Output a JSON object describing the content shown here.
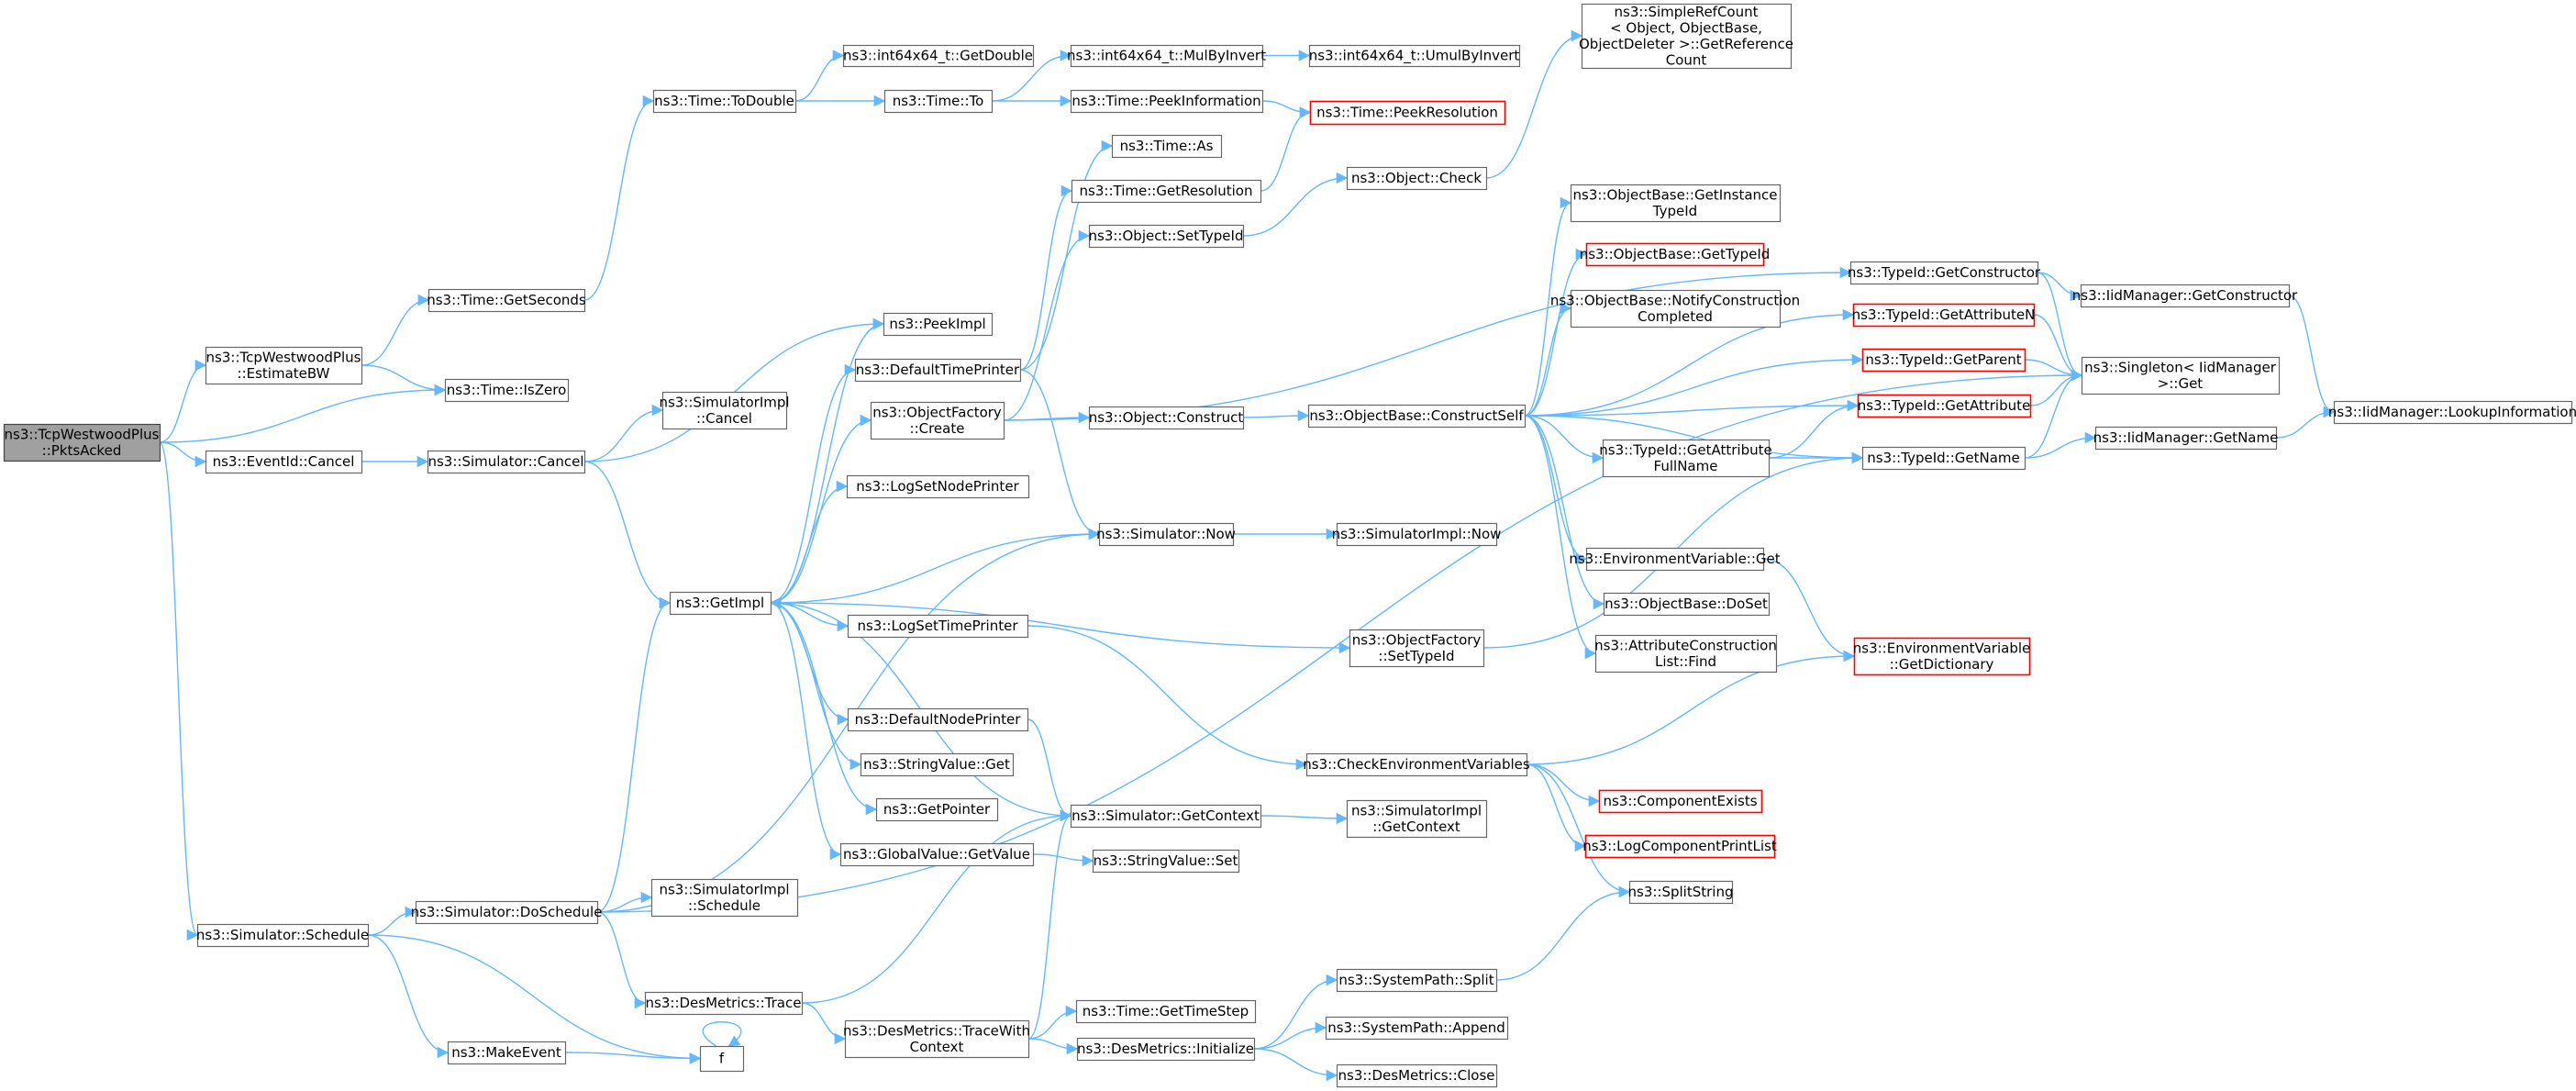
{
  "graph": {
    "title": "",
    "nodes": [
      {
        "id": "root",
        "lines": [
          "ns3::TcpWestwoodPlus",
          "::PktsAcked"
        ],
        "style": "root"
      },
      {
        "id": "estbw",
        "lines": [
          "ns3::TcpWestwoodPlus",
          "::EstimateBW"
        ]
      },
      {
        "id": "getsec",
        "lines": [
          "ns3::Time::GetSeconds"
        ]
      },
      {
        "id": "todouble",
        "lines": [
          "ns3::Time::ToDouble"
        ]
      },
      {
        "id": "i64getdouble",
        "lines": [
          "ns3::int64x64_t::GetDouble"
        ]
      },
      {
        "id": "timeto",
        "lines": [
          "ns3::Time::To"
        ]
      },
      {
        "id": "mulbyinvert",
        "lines": [
          "ns3::int64x64_t::MulByInvert"
        ]
      },
      {
        "id": "umulbyinvert",
        "lines": [
          "ns3::int64x64_t::UmulByInvert"
        ]
      },
      {
        "id": "peekinfo",
        "lines": [
          "ns3::Time::PeekInformation"
        ]
      },
      {
        "id": "peekres",
        "lines": [
          "ns3::Time::PeekResolution"
        ],
        "style": "red"
      },
      {
        "id": "simplerefcount",
        "lines": [
          "ns3::SimpleRefCount",
          "< Object, ObjectBase,",
          "ObjectDeleter >::GetReference",
          "Count"
        ]
      },
      {
        "id": "timeas",
        "lines": [
          "ns3::Time::As"
        ]
      },
      {
        "id": "getres",
        "lines": [
          "ns3::Time::GetResolution"
        ]
      },
      {
        "id": "objcheck",
        "lines": [
          "ns3::Object::Check"
        ]
      },
      {
        "id": "objsettypeid",
        "lines": [
          "ns3::Object::SetTypeId"
        ]
      },
      {
        "id": "iszero",
        "lines": [
          "ns3::Time::IsZero"
        ]
      },
      {
        "id": "peekimpl",
        "lines": [
          "ns3::PeekImpl"
        ]
      },
      {
        "id": "deftimeprinter",
        "lines": [
          "ns3::DefaultTimePrinter"
        ]
      },
      {
        "id": "objfactcreate",
        "lines": [
          "ns3::ObjectFactory",
          "::Create"
        ]
      },
      {
        "id": "objconstruct",
        "lines": [
          "ns3::Object::Construct"
        ]
      },
      {
        "id": "obconstructself",
        "lines": [
          "ns3::ObjectBase::ConstructSelf"
        ]
      },
      {
        "id": "obgetinst",
        "lines": [
          "ns3::ObjectBase::GetInstance",
          "TypeId"
        ]
      },
      {
        "id": "obgettypeid",
        "lines": [
          "ns3::ObjectBase::GetTypeId"
        ],
        "style": "red"
      },
      {
        "id": "obnotify",
        "lines": [
          "ns3::ObjectBase::NotifyConstruction",
          "Completed"
        ]
      },
      {
        "id": "tgetconstructor",
        "lines": [
          "ns3::TypeId::GetConstructor"
        ]
      },
      {
        "id": "tgetattrn",
        "lines": [
          "ns3::TypeId::GetAttributeN"
        ],
        "style": "red"
      },
      {
        "id": "tgetparent",
        "lines": [
          "ns3::TypeId::GetParent"
        ],
        "style": "red"
      },
      {
        "id": "tgetattr",
        "lines": [
          "ns3::TypeId::GetAttribute"
        ],
        "style": "red"
      },
      {
        "id": "tgetattrfull",
        "lines": [
          "ns3::TypeId::GetAttribute",
          "FullName"
        ]
      },
      {
        "id": "tgetname",
        "lines": [
          "ns3::TypeId::GetName"
        ]
      },
      {
        "id": "iidgetconstructor",
        "lines": [
          "ns3::IidManager::GetConstructor"
        ]
      },
      {
        "id": "singletonget",
        "lines": [
          "ns3::Singleton< IidManager",
          ">::Get"
        ]
      },
      {
        "id": "iidlookup",
        "lines": [
          "ns3::IidManager::LookupInformation"
        ]
      },
      {
        "id": "iidgetname",
        "lines": [
          "ns3::IidManager::GetName"
        ]
      },
      {
        "id": "eventcancel",
        "lines": [
          "ns3::EventId::Cancel"
        ]
      },
      {
        "id": "simcancel",
        "lines": [
          "ns3::Simulator::Cancel"
        ]
      },
      {
        "id": "simimplcancel",
        "lines": [
          "ns3::SimulatorImpl",
          "::Cancel"
        ]
      },
      {
        "id": "logsetnode",
        "lines": [
          "ns3::LogSetNodePrinter"
        ]
      },
      {
        "id": "simnow",
        "lines": [
          "ns3::Simulator::Now"
        ]
      },
      {
        "id": "simimplnow",
        "lines": [
          "ns3::SimulatorImpl::Now"
        ]
      },
      {
        "id": "envget",
        "lines": [
          "ns3::EnvironmentVariable::Get"
        ]
      },
      {
        "id": "obdoset",
        "lines": [
          "ns3::ObjectBase::DoSet"
        ]
      },
      {
        "id": "attrfind",
        "lines": [
          "ns3::AttributeConstruction",
          "List::Find"
        ]
      },
      {
        "id": "envgetdict",
        "lines": [
          "ns3::EnvironmentVariable",
          "::GetDictionary"
        ],
        "style": "red"
      },
      {
        "id": "getimpl",
        "lines": [
          "ns3::GetImpl"
        ]
      },
      {
        "id": "logsettime",
        "lines": [
          "ns3::LogSetTimePrinter"
        ]
      },
      {
        "id": "objfactsettypeid",
        "lines": [
          "ns3::ObjectFactory",
          "::SetTypeId"
        ]
      },
      {
        "id": "defnodeprinter",
        "lines": [
          "ns3::DefaultNodePrinter"
        ]
      },
      {
        "id": "checkenv",
        "lines": [
          "ns3::CheckEnvironmentVariables"
        ]
      },
      {
        "id": "strvalget",
        "lines": [
          "ns3::StringValue::Get"
        ]
      },
      {
        "id": "getpointer",
        "lines": [
          "ns3::GetPointer"
        ]
      },
      {
        "id": "compexists",
        "lines": [
          "ns3::ComponentExists"
        ],
        "style": "red"
      },
      {
        "id": "simgetcontext",
        "lines": [
          "ns3::Simulator::GetContext"
        ]
      },
      {
        "id": "simimplgetcontext",
        "lines": [
          "ns3::SimulatorImpl",
          "::GetContext"
        ]
      },
      {
        "id": "logcomplist",
        "lines": [
          "ns3::LogComponentPrintList"
        ],
        "style": "red"
      },
      {
        "id": "globalgetvalue",
        "lines": [
          "ns3::GlobalValue::GetValue"
        ]
      },
      {
        "id": "strvalset",
        "lines": [
          "ns3::StringValue::Set"
        ]
      },
      {
        "id": "splitstring",
        "lines": [
          "ns3::SplitString"
        ]
      },
      {
        "id": "simschedule",
        "lines": [
          "ns3::Simulator::Schedule"
        ]
      },
      {
        "id": "simdoschedule",
        "lines": [
          "ns3::Simulator::DoSchedule"
        ]
      },
      {
        "id": "simimplschedule",
        "lines": [
          "ns3::SimulatorImpl",
          "::Schedule"
        ]
      },
      {
        "id": "syspathsplit",
        "lines": [
          "ns3::SystemPath::Split"
        ]
      },
      {
        "id": "desmetrace",
        "lines": [
          "ns3::DesMetrics::Trace"
        ]
      },
      {
        "id": "timesgetstep",
        "lines": [
          "ns3::Time::GetTimeStep"
        ]
      },
      {
        "id": "desmetracewith",
        "lines": [
          "ns3::DesMetrics::TraceWith",
          "Context"
        ]
      },
      {
        "id": "syspathappend",
        "lines": [
          "ns3::SystemPath::Append"
        ]
      },
      {
        "id": "desmeinit",
        "lines": [
          "ns3::DesMetrics::Initialize"
        ]
      },
      {
        "id": "desmeclose",
        "lines": [
          "ns3::DesMetrics::Close"
        ]
      },
      {
        "id": "makeevent",
        "lines": [
          "ns3::MakeEvent"
        ]
      },
      {
        "id": "f",
        "lines": [
          "f"
        ]
      }
    ],
    "edges": [
      [
        "root",
        "estbw"
      ],
      [
        "root",
        "iszero"
      ],
      [
        "root",
        "eventcancel"
      ],
      [
        "root",
        "simschedule"
      ],
      [
        "estbw",
        "getsec"
      ],
      [
        "estbw",
        "iszero"
      ],
      [
        "getsec",
        "todouble"
      ],
      [
        "todouble",
        "i64getdouble"
      ],
      [
        "todouble",
        "timeto"
      ],
      [
        "timeto",
        "mulbyinvert"
      ],
      [
        "timeto",
        "peekinfo"
      ],
      [
        "mulbyinvert",
        "umulbyinvert"
      ],
      [
        "peekinfo",
        "peekres"
      ],
      [
        "getres",
        "peekres"
      ],
      [
        "objcheck",
        "simplerefcount"
      ],
      [
        "objsettypeid",
        "objcheck"
      ],
      [
        "eventcancel",
        "simcancel"
      ],
      [
        "simcancel",
        "simimplcancel"
      ],
      [
        "simcancel",
        "peekimpl"
      ],
      [
        "simcancel",
        "getimpl"
      ],
      [
        "getimpl",
        "peekimpl"
      ],
      [
        "getimpl",
        "deftimeprinter"
      ],
      [
        "getimpl",
        "objfactcreate"
      ],
      [
        "getimpl",
        "logsetnode"
      ],
      [
        "getimpl",
        "logsettime"
      ],
      [
        "getimpl",
        "defnodeprinter"
      ],
      [
        "getimpl",
        "strvalget"
      ],
      [
        "getimpl",
        "getpointer"
      ],
      [
        "getimpl",
        "globalgetvalue"
      ],
      [
        "getimpl",
        "objfactsettypeid"
      ],
      [
        "deftimeprinter",
        "timeas"
      ],
      [
        "deftimeprinter",
        "getres"
      ],
      [
        "deftimeprinter",
        "simnow"
      ],
      [
        "objfactcreate",
        "objsettypeid"
      ],
      [
        "objfactcreate",
        "objconstruct"
      ],
      [
        "objfactcreate",
        "tgetconstructor"
      ],
      [
        "objconstruct",
        "obconstructself"
      ],
      [
        "obconstructself",
        "obgetinst"
      ],
      [
        "obconstructself",
        "obgettypeid"
      ],
      [
        "obconstructself",
        "obnotify"
      ],
      [
        "obconstructself",
        "tgetattrn"
      ],
      [
        "obconstructself",
        "tgetparent"
      ],
      [
        "obconstructself",
        "tgetattr"
      ],
      [
        "obconstructself",
        "tgetattrfull"
      ],
      [
        "obconstructself",
        "tgetname"
      ],
      [
        "obconstructself",
        "envget"
      ],
      [
        "obconstructself",
        "obdoset"
      ],
      [
        "obconstructself",
        "attrfind"
      ],
      [
        "tgetconstructor",
        "iidgetconstructor"
      ],
      [
        "tgetconstructor",
        "singletonget"
      ],
      [
        "iidgetconstructor",
        "iidlookup"
      ],
      [
        "tgetattrn",
        "singletonget"
      ],
      [
        "tgetparent",
        "singletonget"
      ],
      [
        "tgetattr",
        "singletonget"
      ],
      [
        "tgetattrfull",
        "tgetattr"
      ],
      [
        "tgetattrfull",
        "tgetname"
      ],
      [
        "tgetname",
        "singletonget"
      ],
      [
        "tgetname",
        "iidgetname"
      ],
      [
        "iidgetname",
        "iidlookup"
      ],
      [
        "simnow",
        "simimplnow"
      ],
      [
        "simnow",
        "getimpl"
      ],
      [
        "envget",
        "envgetdict"
      ],
      [
        "objfactsettypeid",
        "tgetname"
      ],
      [
        "logsettime",
        "checkenv"
      ],
      [
        "defnodeprinter",
        "simgetcontext"
      ],
      [
        "checkenv",
        "envgetdict"
      ],
      [
        "checkenv",
        "compexists"
      ],
      [
        "checkenv",
        "logcomplist"
      ],
      [
        "checkenv",
        "splitstring"
      ],
      [
        "simgetcontext",
        "simimplgetcontext"
      ],
      [
        "simgetcontext",
        "getimpl"
      ],
      [
        "globalgetvalue",
        "strvalset"
      ],
      [
        "simschedule",
        "simdoschedule"
      ],
      [
        "simschedule",
        "makeevent"
      ],
      [
        "simschedule",
        "f"
      ],
      [
        "simdoschedule",
        "getimpl"
      ],
      [
        "simdoschedule",
        "simimplschedule"
      ],
      [
        "simdoschedule",
        "simnow"
      ],
      [
        "simdoschedule",
        "desmetrace"
      ],
      [
        "simdoschedule",
        "singletonget"
      ],
      [
        "desmetrace",
        "simgetcontext"
      ],
      [
        "desmetrace",
        "desmetracewith"
      ],
      [
        "desmetracewith",
        "timesgetstep"
      ],
      [
        "desmetracewith",
        "desmeinit"
      ],
      [
        "desmetracewith",
        "simgetcontext"
      ],
      [
        "desmeinit",
        "syspathsplit"
      ],
      [
        "desmeinit",
        "syspathappend"
      ],
      [
        "desmeinit",
        "desmeclose"
      ],
      [
        "syspathsplit",
        "splitstring"
      ],
      [
        "makeevent",
        "f"
      ],
      [
        "f",
        "f"
      ]
    ]
  }
}
